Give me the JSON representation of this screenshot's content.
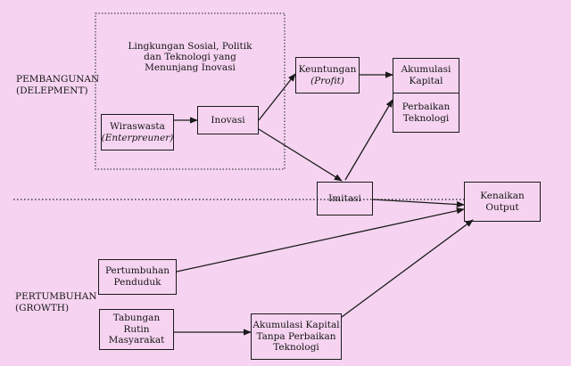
{
  "sections": {
    "development": [
      "PEMBANGUNAN",
      "(DELEPMENT)"
    ],
    "growth": [
      "PERTUMBUHAN",
      "(GROWTH)"
    ]
  },
  "environment_text": [
    "Lingkungan Sosial, Politik",
    "dan Teknologi yang",
    "Menunjang Inovasi"
  ],
  "nodes": {
    "wiraswasta": {
      "line1": "Wiraswasta",
      "line2": "(Enterpreuner)"
    },
    "inovasi": {
      "line1": "Inovasi"
    },
    "keuntungan": {
      "line1": "Keuntungan",
      "line2": "(Profit)"
    },
    "akumulasi_kapital": {
      "line1": "Akumulasi",
      "line2": "Kapital"
    },
    "perbaikan_teknologi": {
      "line1": "Perbaikan",
      "line2": "Teknologi"
    },
    "imitasi": {
      "line1": "Imitasi"
    },
    "kenaikan_output": {
      "line1": "Kenaikan",
      "line2": "Output"
    },
    "pertumbuhan_penduduk": {
      "line1": "Pertumbuhan",
      "line2": "Penduduk"
    },
    "tabungan": {
      "line1": "Tabungan",
      "line2": "Rutin",
      "line3": "Masyarakat"
    },
    "akumulasi_tanpa": {
      "line1": "Akumulasi Kapital",
      "line2": "Tanpa Perbaikan",
      "line3": "Teknologi"
    }
  },
  "colors": {
    "background": "#f6d4f1",
    "ink": "#1a1a1a"
  }
}
